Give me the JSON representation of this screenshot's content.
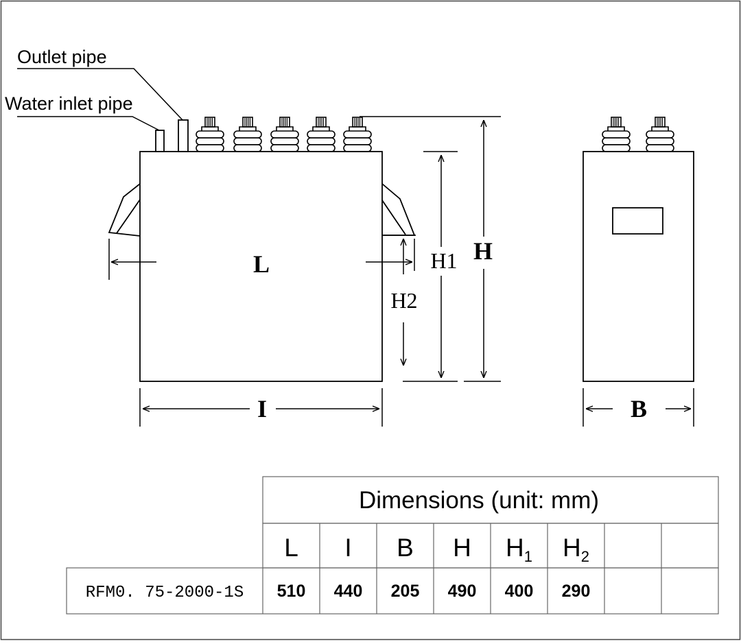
{
  "diagram": {
    "labels": {
      "outlet_pipe": "Outlet pipe",
      "water_inlet_pipe": "Water inlet pipe",
      "dim_L": "L",
      "dim_I": "I",
      "dim_B": "B",
      "dim_H": "H",
      "dim_H1": "H1",
      "dim_H2": "H2"
    }
  },
  "table": {
    "title": "Dimensions (unit: mm)",
    "columns": [
      {
        "base": "L",
        "sub": ""
      },
      {
        "base": "I",
        "sub": ""
      },
      {
        "base": "B",
        "sub": ""
      },
      {
        "base": "H",
        "sub": ""
      },
      {
        "base": "H",
        "sub": "1"
      },
      {
        "base": "H",
        "sub": "2"
      },
      {
        "base": "",
        "sub": ""
      },
      {
        "base": "",
        "sub": ""
      }
    ],
    "rows": [
      {
        "model": "RFM0. 75-2000-1S",
        "values": [
          "510",
          "440",
          "205",
          "490",
          "400",
          "290",
          "",
          ""
        ]
      }
    ]
  }
}
